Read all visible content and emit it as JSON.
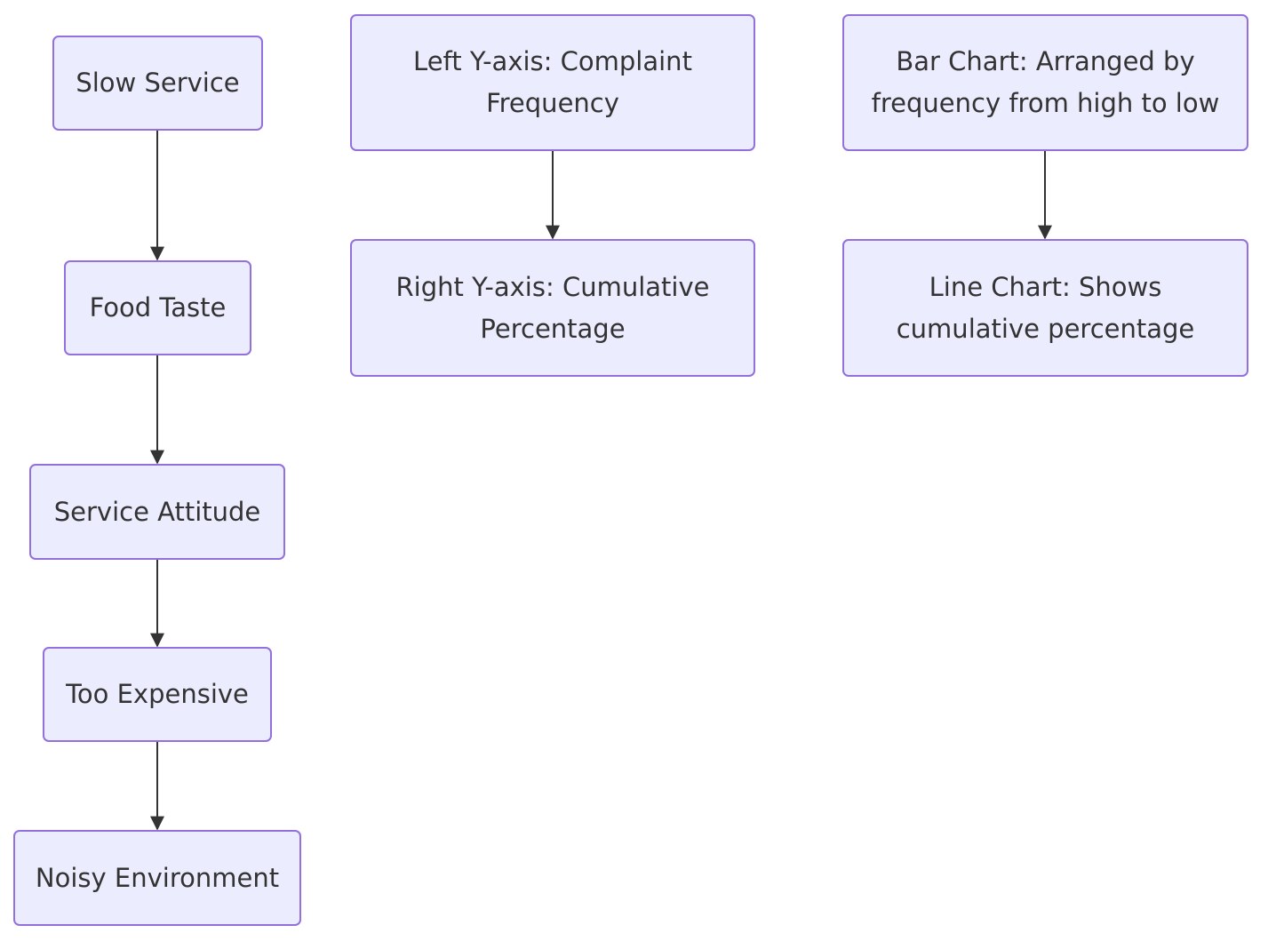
{
  "nodes": {
    "slow_service": "Slow Service",
    "food_taste": "Food Taste",
    "service_attitude": "Service Attitude",
    "too_expensive": "Too Expensive",
    "noisy_environment": "Noisy Environment",
    "left_y_axis": "Left Y-axis: Complaint Frequency",
    "right_y_axis": "Right Y-axis: Cumulative Percentage",
    "bar_chart": "Bar Chart: Arranged by frequency from high to low",
    "line_chart": "Line Chart: Shows cumulative percentage"
  },
  "edges": [
    {
      "from": "slow_service",
      "to": "food_taste"
    },
    {
      "from": "food_taste",
      "to": "service_attitude"
    },
    {
      "from": "service_attitude",
      "to": "too_expensive"
    },
    {
      "from": "too_expensive",
      "to": "noisy_environment"
    },
    {
      "from": "left_y_axis",
      "to": "right_y_axis"
    },
    {
      "from": "bar_chart",
      "to": "line_chart"
    }
  ],
  "colors": {
    "node_fill": "#ececff",
    "node_border": "#9370db",
    "text": "#333333",
    "edge": "#333333"
  }
}
